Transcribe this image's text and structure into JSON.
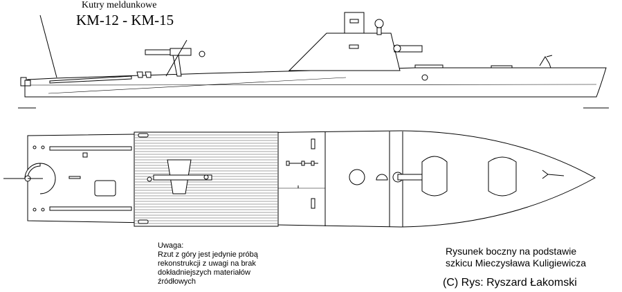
{
  "title": {
    "subtitle": "Kutry meldunkowe",
    "main": "KM-12 - KM-15"
  },
  "note": {
    "heading": "Uwaga:",
    "lines": [
      "Rzut z góry jest jedynie próbą",
      "rekonstrukcji z uwagi na brak",
      "dokładniejszych materiałów",
      "źródłowych"
    ]
  },
  "source": {
    "lines": [
      "Rysunek boczny na podstawie",
      "szkicu Mieczysława Kuligiewicza"
    ]
  },
  "credit": "(C) Rys: Ryszard Łakomski"
}
